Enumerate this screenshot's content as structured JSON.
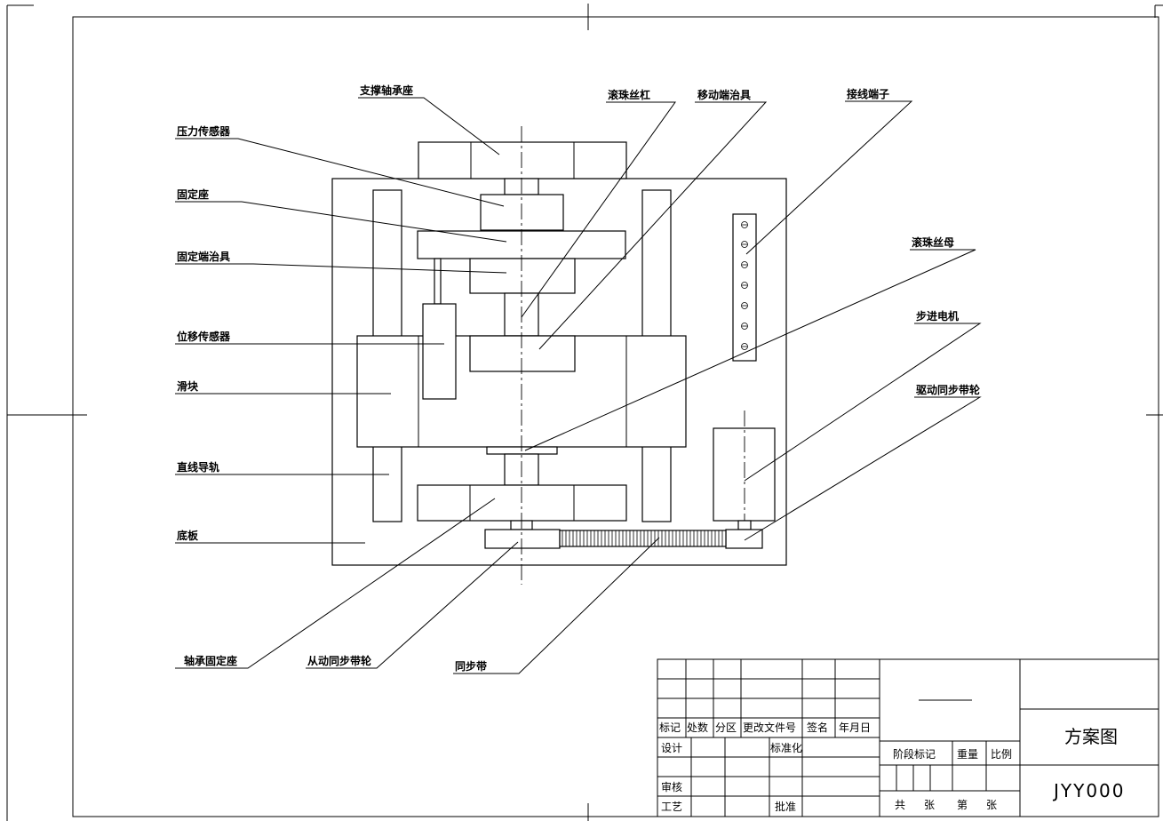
{
  "labels": {
    "support_bearing_seat": "支撑轴承座",
    "pressure_sensor": "压力传感器",
    "fixed_seat": "固定座",
    "fixed_end_fixture": "固定端治具",
    "displacement_sensor": "位移传感器",
    "slider": "滑块",
    "linear_guide": "直线导轨",
    "base_plate": "底板",
    "ball_screw": "滚珠丝杠",
    "moving_end_fixture": "移动端治具",
    "terminal_block": "接线端子",
    "ball_nut": "滚珠丝母",
    "stepper_motor": "步进电机",
    "drive_pulley": "驱动同步带轮",
    "bearing_fixed_seat": "轴承固定座",
    "driven_pulley": "从动同步带轮",
    "timing_belt": "同步带"
  },
  "title_block": {
    "mark": "标记",
    "count": "处数",
    "zone": "分区",
    "change_doc": "更改文件号",
    "signature": "签名",
    "date": "年月日",
    "design": "设计",
    "standardize": "标准化",
    "review": "审核",
    "process": "工艺",
    "approve": "批准",
    "stage_mark": "阶段标记",
    "weight": "重量",
    "scale": "比例",
    "total": "共",
    "sheets": "张",
    "sheet_no": "第",
    "sheet_no_unit": "张",
    "drawing_name": "方案图",
    "drawing_code": "JYY000"
  }
}
